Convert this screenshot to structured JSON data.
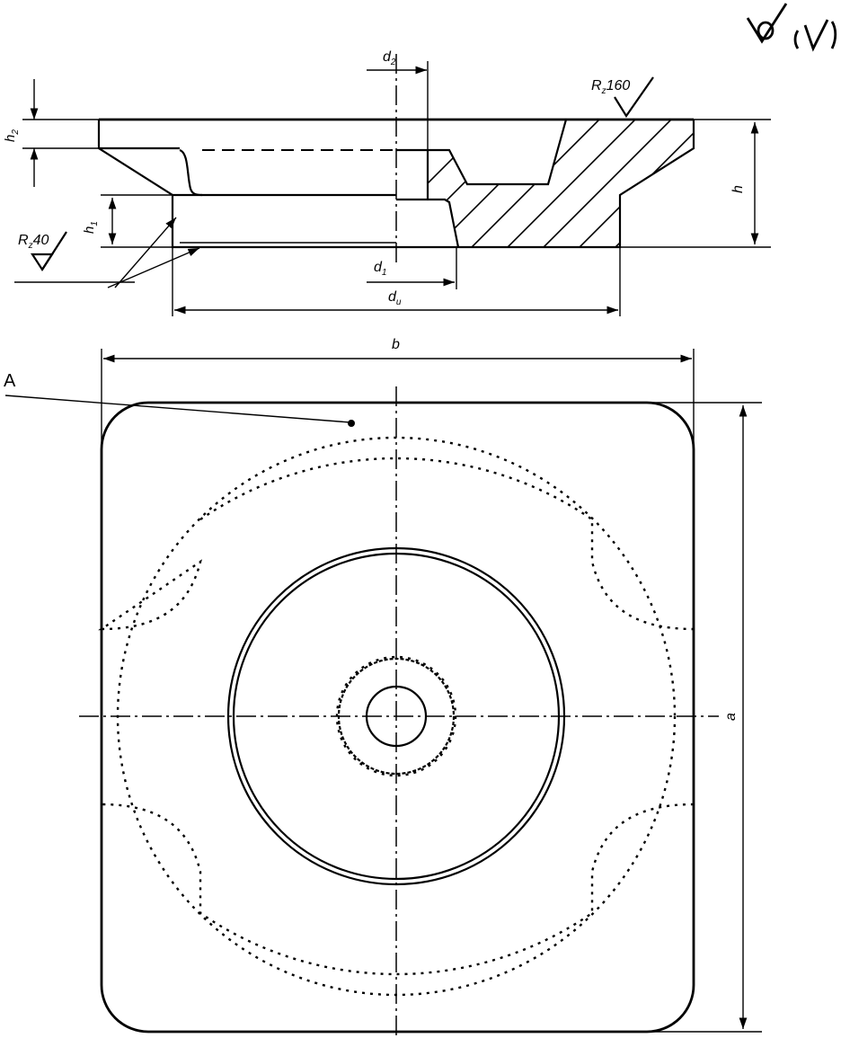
{
  "labels": {
    "d1": "d",
    "d1_sub": "1",
    "d2": "d",
    "d2_sub": "2",
    "du": "d",
    "du_sub": "u",
    "h": "h",
    "h1": "h",
    "h1_sub": "1",
    "h2": "h",
    "h2_sub": "2",
    "b": "b",
    "a": "a",
    "view_marker": "A",
    "roughness_left_prefix": "R",
    "roughness_left_sub": "z",
    "roughness_left_value": "40",
    "roughness_right_prefix": "R",
    "roughness_right_sub": "z",
    "roughness_right_value": "160"
  }
}
